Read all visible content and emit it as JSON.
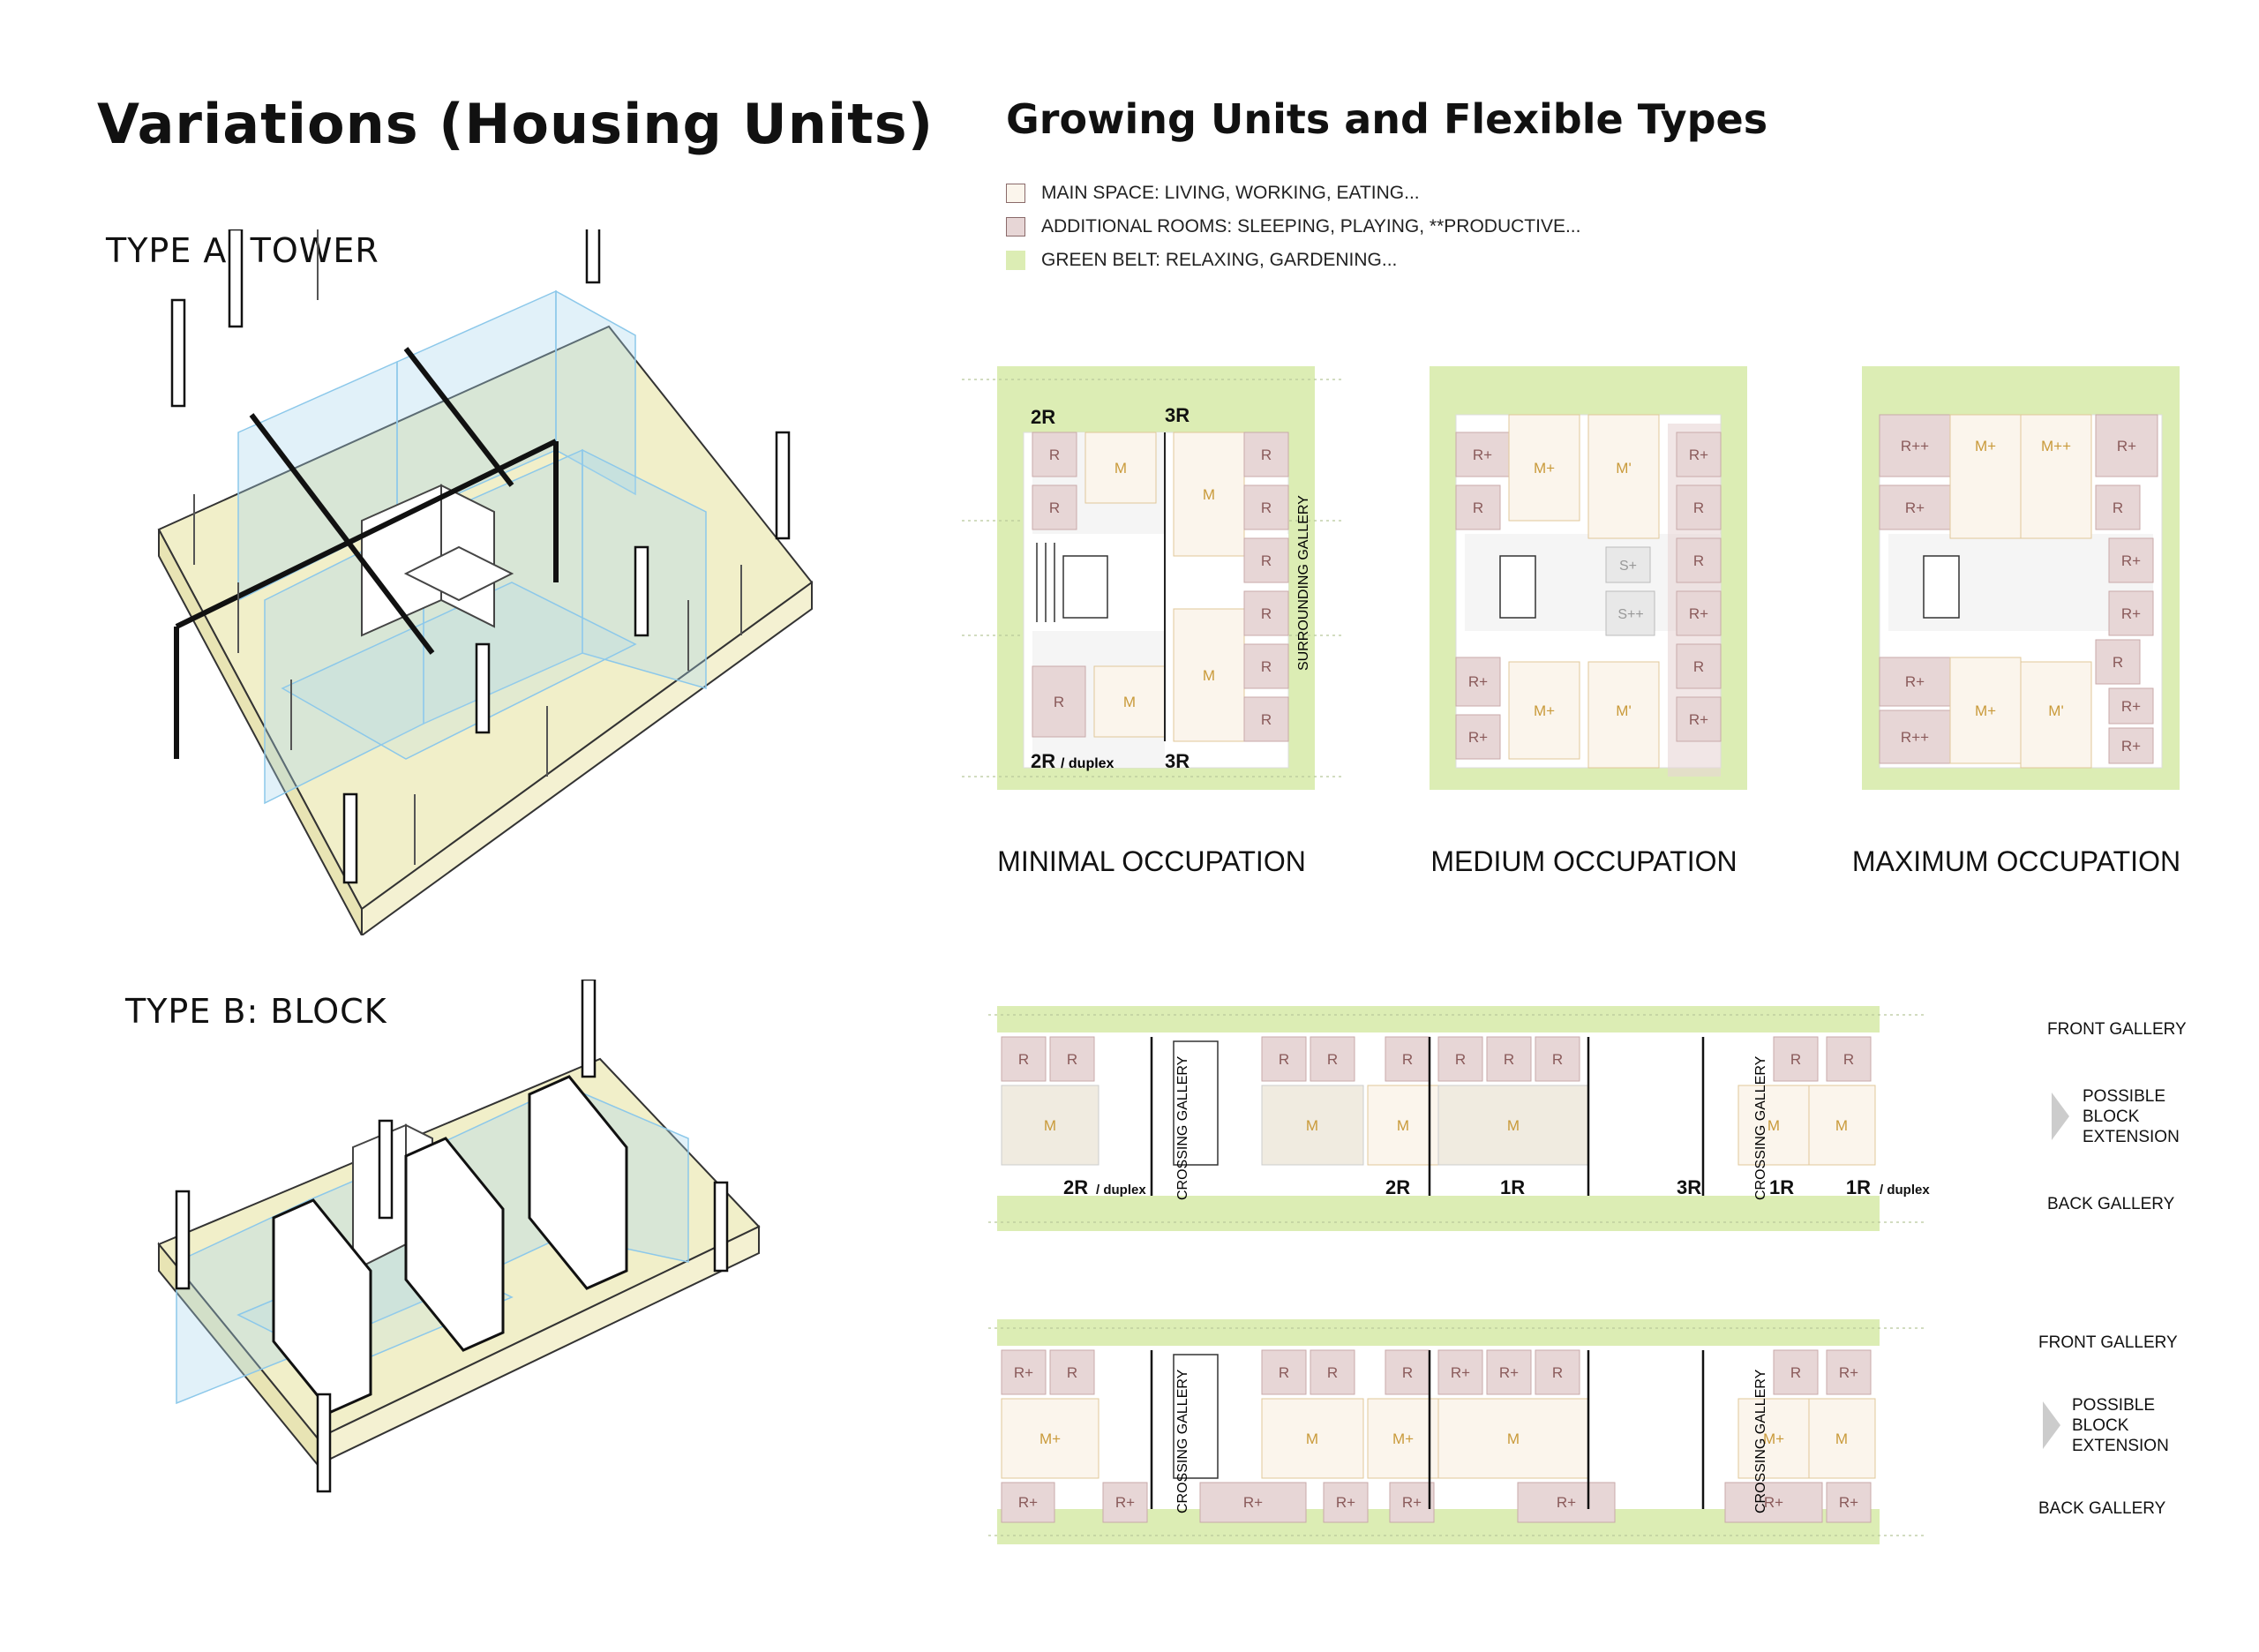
{
  "title": "Variations (Housing Units)",
  "type_a": "TYPE A: TOWER",
  "type_b": "TYPE B: BLOCK",
  "right_title": "Growing Units and Flexible Types",
  "legend": [
    {
      "label": "MAIN SPACE: LIVING, WORKING, EATING...",
      "color": "#fbf5ec"
    },
    {
      "label": "ADDITIONAL ROOMS: SLEEPING, PLAYING, **PRODUCTIVE...",
      "color": "#e7d6d6"
    },
    {
      "label": "GREEN BELT: RELAXING, GARDENING...",
      "color": "#dcedb4"
    }
  ],
  "plans": {
    "minimal": {
      "caption": "MINIMAL OCCUPATION",
      "label_2r": "2R",
      "label_3r_top": "3R",
      "label_2r_duplex": "2R",
      "label_duplex": "/ duplex",
      "label_3r_bottom": "3R",
      "gallery": "SURROUNDING GALLERY",
      "r": "R",
      "m": "M"
    },
    "medium": {
      "caption": "MEDIUM OCCUPATION",
      "rp": "R+",
      "r": "R",
      "mp": "M+",
      "mprime": "M'",
      "sp": "S+",
      "spp": "S++"
    },
    "maximum": {
      "caption": "MAXIMUM OCCUPATION",
      "rpp": "R++",
      "rp": "R+",
      "r": "R",
      "mp": "M+",
      "mpp": "M++",
      "mprime": "M'"
    }
  },
  "block1": {
    "front_gallery": "FRONT GALLERY",
    "back_gallery": "BACK GALLERY",
    "extension": [
      "POSSIBLE",
      "BLOCK",
      "EXTENSION"
    ],
    "crossing": "CROSSING GALLERY",
    "units": [
      "2R",
      "/ duplex",
      "2R",
      "1R",
      "3R",
      "1R",
      "1R",
      "/ duplex"
    ],
    "r": "R",
    "m": "M"
  },
  "block2": {
    "front_gallery": "FRONT GALLERY",
    "back_gallery": "BACK GALLERY",
    "extension": [
      "POSSIBLE",
      "BLOCK",
      "EXTENSION"
    ],
    "crossing": "CROSSING GALLERY",
    "r": "R",
    "rp": "R+",
    "m": "M",
    "mp": "M+"
  },
  "colors": {
    "main": "#fbf5ec",
    "room": "#e7d6d6",
    "green": "#dcedb4",
    "glass": "#a9d6ef",
    "deck": "#f1efc9",
    "label_r": "#8a5a5a",
    "label_m": "#c99a3a"
  }
}
